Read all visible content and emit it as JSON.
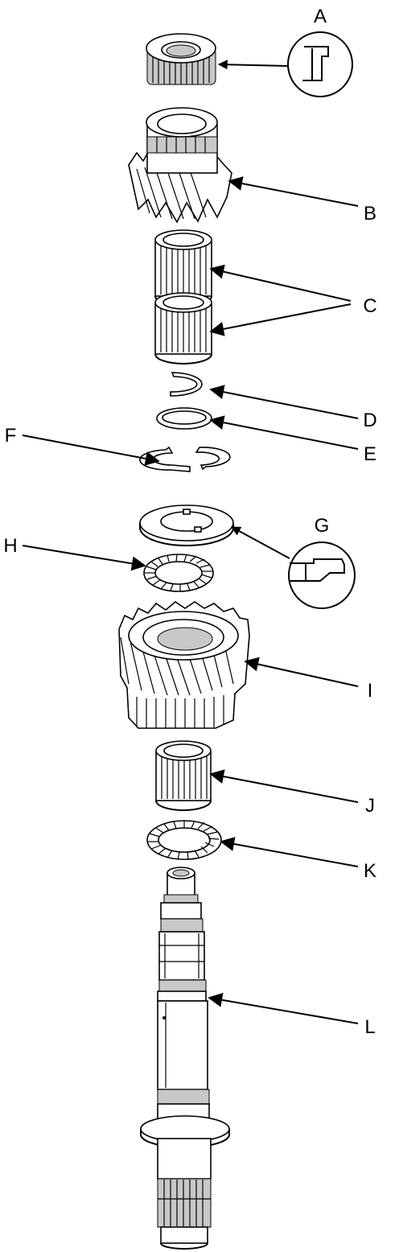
{
  "labels": {
    "A": "A",
    "B": "B",
    "C": "C",
    "D": "D",
    "E": "E",
    "F": "F",
    "G": "G",
    "H": "H",
    "I": "I",
    "J": "J",
    "K": "K",
    "L": "L"
  },
  "colors": {
    "stroke": "#000000",
    "background": "#ffffff",
    "shade": "#c8c8c8"
  }
}
